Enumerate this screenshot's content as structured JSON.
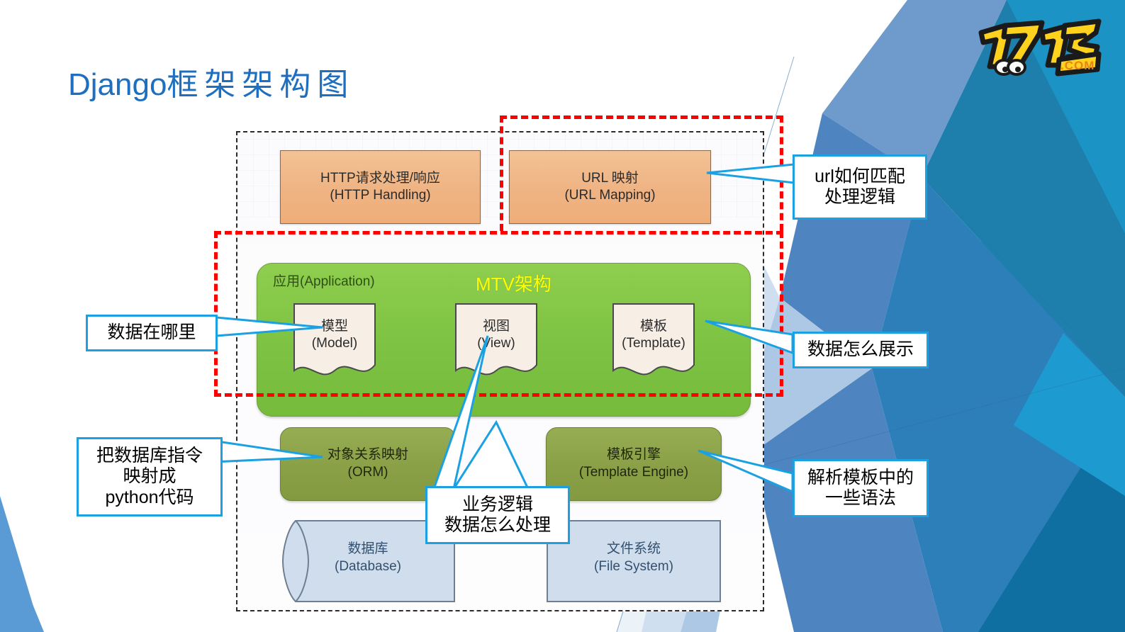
{
  "slide": {
    "title_en": "Django",
    "title_cn": "框架架构图",
    "title_color": "#1F6FC0",
    "background_color": "#FFFFFF"
  },
  "logo": {
    "name": "17173-logo",
    "text": "17173",
    "suffix": ".COM",
    "fill": "#FFD21E",
    "outline": "#1A1A1A"
  },
  "diagram": {
    "outer_border_style": "dotted",
    "highlight_color": "#FF0000",
    "nodes": {
      "http": {
        "cn": "HTTP请求处理/响应",
        "en": "(HTTP Handling)",
        "fill": "#EFB383"
      },
      "url": {
        "cn": "URL 映射",
        "en": "(URL Mapping)",
        "fill": "#EFB383"
      },
      "application": {
        "label": "应用(Application)",
        "fill": "#7DC242"
      },
      "mtv_label": {
        "text": "MTV架构",
        "color": "#FFFF00"
      },
      "model": {
        "cn": "模型",
        "en": "(Model)",
        "fill": "#F7EFE6"
      },
      "view": {
        "cn": "视图",
        "en": "(View)",
        "fill": "#F7EFE6"
      },
      "template": {
        "cn": "模板",
        "en": "(Template)",
        "fill": "#F7EFE6"
      },
      "orm": {
        "cn": "对象关系映射",
        "en": "(ORM)",
        "fill": "#8AA047"
      },
      "template_engine": {
        "cn": "模板引擎",
        "en": "(Template Engine)",
        "fill": "#8AA047"
      },
      "database": {
        "cn": "数据库",
        "en": "(Database)",
        "fill": "#CFDDEC"
      },
      "file_system": {
        "cn": "文件系统",
        "en": "(File System)",
        "fill": "#CFDDEC"
      }
    }
  },
  "callouts": {
    "url_match": {
      "lines": [
        "url如何匹配",
        "处理逻辑"
      ]
    },
    "where_data": {
      "lines": [
        "数据在哪里"
      ]
    },
    "how_display": {
      "lines": [
        "数据怎么展示"
      ]
    },
    "orm_note": {
      "lines": [
        "把数据库指令",
        "映射成",
        "python代码"
      ]
    },
    "biz_logic": {
      "lines": [
        "业务逻辑",
        "数据怎么处理"
      ]
    },
    "parse_tpl": {
      "lines": [
        "解析模板中的",
        "一些语法"
      ]
    },
    "border_color": "#1BA1E2"
  }
}
